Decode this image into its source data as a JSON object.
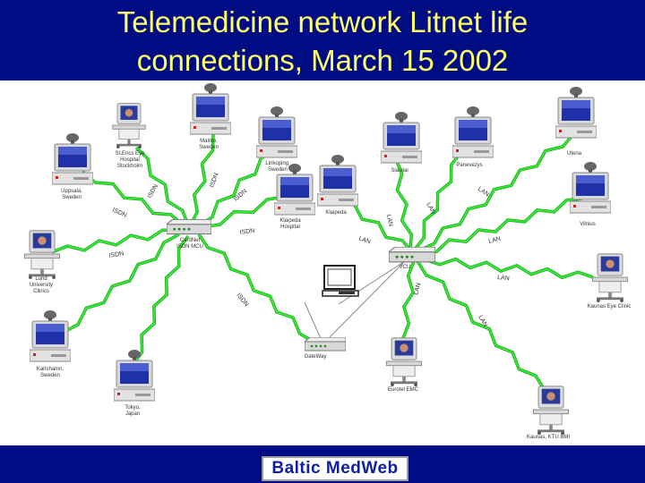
{
  "title": {
    "line1": "Telemedicine network Litnet life",
    "line2": "connections, March 15 2002",
    "color": "#ffff66",
    "bar_color": "#000c84"
  },
  "footer": {
    "logo_text": "Baltic MedWeb"
  },
  "colors": {
    "bolt": "#33ee33",
    "bolt_dark": "#22aa22",
    "wire": "#888888"
  },
  "hubs": {
    "mcu": "CardNet\nISDN MCU",
    "vcu": "VCU",
    "gateway": "GateWay"
  },
  "nodes": {
    "malmo": "Malmo,\nSweden",
    "st_erics": "St.Erics Eye\nHospital\nStockholm",
    "uppsala": "Uppsala,\nSweden",
    "lund": "Lund\nUniversity\nClinics",
    "karlshamn": "Karlshamn,\nSweden",
    "tokyo": "Tokyo,\nJapan",
    "linkoping": "Linkoping,\nSweden",
    "klaipeda_hosp": "Klaipeda\nHospital",
    "klaipeda": "Klaipeda",
    "siauliai": "Siauliai",
    "panevezys": "Panevezys",
    "utena": "Utena",
    "vilnius": "Vilnius",
    "kaunas_eye": "Kaunas Eye Clinic",
    "kaunas_ktu": "Kaunas, KTU BMI",
    "eurotel": "Eurotel EMC"
  },
  "links": {
    "isdn": "ISDN",
    "lan": "LAN"
  }
}
